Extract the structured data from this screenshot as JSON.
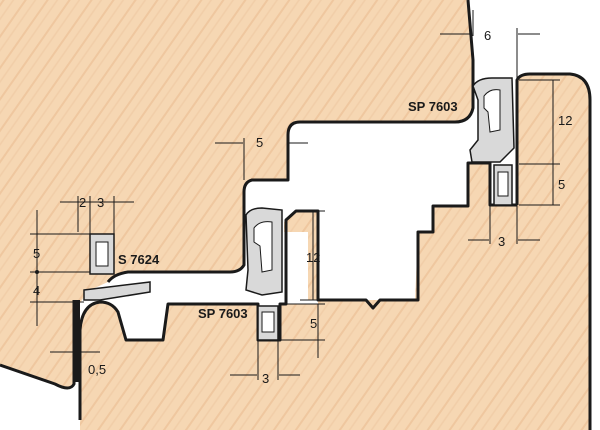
{
  "seals": {
    "sp7603_top": "SP 7603",
    "sp7603_bottom": "SP 7603",
    "s7624": "S 7624"
  },
  "dimensions": {
    "top_6": "6",
    "top_12": "12",
    "top_5": "5",
    "top_3": "3",
    "mid_5": "5",
    "mid_12": "12",
    "mid_bottom_5": "5",
    "mid_bottom_3": "3",
    "left_2": "2",
    "left_3": "3",
    "left_5": "5",
    "left_4": "4",
    "left_05": "0,5"
  },
  "colors": {
    "wood": "#f6d7b3",
    "wood_grain": "#efc79f",
    "outline": "#1a1a1a",
    "seal": "#d9d9d9"
  }
}
